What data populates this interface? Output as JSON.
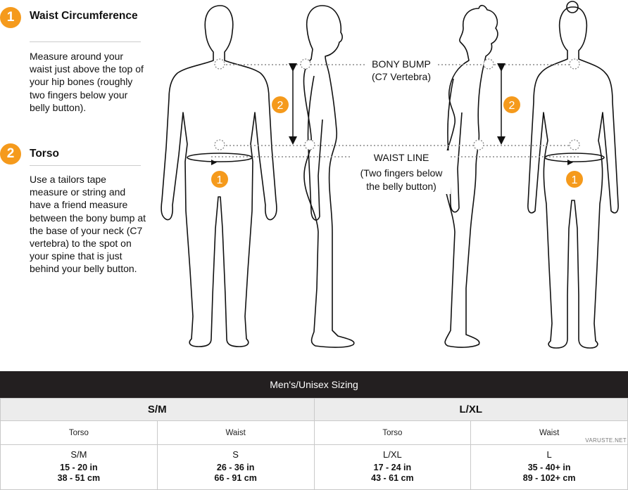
{
  "steps": [
    {
      "number": "1",
      "title": "Waist Circumference",
      "body": "Measure around your waist just above the top of your hip bones (roughly two fingers below your belly button)."
    },
    {
      "number": "2",
      "title": "Torso",
      "body": "Use a tailors tape measure or string and have a friend measure between the bony bump at the base of your neck (C7 vertebra) to the spot on your spine that is just behind your belly button."
    }
  ],
  "figure": {
    "bony_bump_label": "BONY BUMP",
    "bony_bump_sub": "(C7 Vertebra)",
    "waist_line_label": "WAIST LINE",
    "waist_line_sub1": "(Two fingers below",
    "waist_line_sub2": "the belly button)",
    "marker_waist": "1",
    "marker_torso": "2",
    "accent_color": "#f59a1c"
  },
  "table": {
    "header": "Men's/Unisex Sizing",
    "sizes": [
      "S/M",
      "L/XL"
    ],
    "columns": [
      "Torso",
      "Waist",
      "Torso",
      "Waist"
    ],
    "cells": [
      {
        "size": "S/M",
        "imperial": "15 - 20 in",
        "metric": "38 - 51 cm"
      },
      {
        "size": "S",
        "imperial": "26 - 36 in",
        "metric": "66 - 91 cm"
      },
      {
        "size": "L/XL",
        "imperial": "17 - 24 in",
        "metric": "43 - 61 cm"
      },
      {
        "size": "L",
        "imperial": "35 - 40+ in",
        "metric": "89 - 102+ cm"
      }
    ]
  },
  "watermark": "VARUSTE.NET"
}
